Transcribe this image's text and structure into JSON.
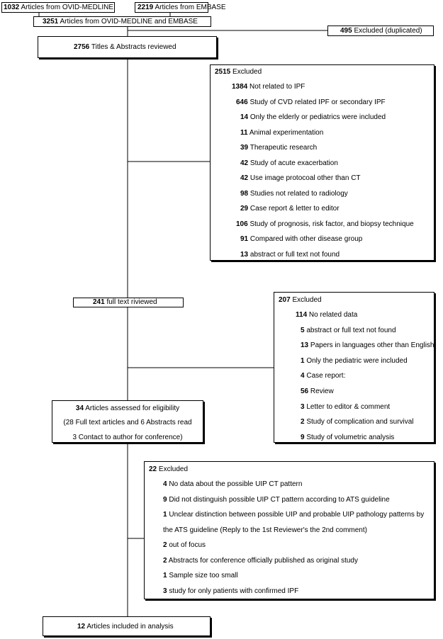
{
  "source_ovid": {
    "count": "1032",
    "label": "Articles from OVID-MEDLINE"
  },
  "source_embase": {
    "count": "2219",
    "label": "Articles from EMBASE"
  },
  "combined": {
    "count": "3251",
    "label": "Articles from OVID-MEDLINE and EMBASE"
  },
  "duplicated": {
    "count": "495",
    "label": "Excluded (duplicated)"
  },
  "screened": {
    "count": "2756",
    "label": "Titles & Abstracts reviewed"
  },
  "exclusion1": {
    "count": "2515",
    "label": "Excluded",
    "items": [
      {
        "count": "1384",
        "label": "Not related to IPF"
      },
      {
        "count": "646",
        "label": "Study of CVD related IPF or secondary IPF"
      },
      {
        "count": "14",
        "label": "Only the elderly or pediatrics were included"
      },
      {
        "count": "11",
        "label": "Animal experimentation"
      },
      {
        "count": "39",
        "label": "Therapeutic research"
      },
      {
        "count": "42",
        "label": "Study of acute exacerbation"
      },
      {
        "count": "42",
        "label": "Use image protocoal other than CT"
      },
      {
        "count": "98",
        "label": "Studies not related to radiology"
      },
      {
        "count": "29",
        "label": "Case report & letter to editor"
      },
      {
        "count": "106",
        "label": "Study of prognosis, risk factor, and biopsy technique"
      },
      {
        "count": "91",
        "label": "Compared with other disease group"
      },
      {
        "count": "13",
        "label": "abstract or full text not found"
      }
    ]
  },
  "fulltext": {
    "count": "241",
    "label": "full text riviewed"
  },
  "exclusion2": {
    "count": "207",
    "label": "Excluded",
    "items": [
      {
        "count": "114",
        "label": "No related data"
      },
      {
        "count": "5",
        "label": "abstract or full text not found"
      },
      {
        "count": "13",
        "label": "Papers in languages other than English"
      },
      {
        "count": "1",
        "label": "Only the pediatric were included"
      },
      {
        "count": "4",
        "label": "Case report:"
      },
      {
        "count": "56",
        "label": "Review"
      },
      {
        "count": "3",
        "label": "Letter to editor & comment"
      },
      {
        "count": "2",
        "label": "Study of complication and survival"
      },
      {
        "count": "9",
        "label": "Study of volumetric analysis"
      }
    ]
  },
  "eligibility": {
    "count": "34",
    "label": "Articles assessed for eligibility",
    "line2": "(28 Full text articles and 6 Abstracts read",
    "line3": "3 Contact to author for conference)"
  },
  "exclusion3": {
    "count": "22",
    "label": "Excluded",
    "items": [
      {
        "count": "4",
        "label": "No data about the possible UIP CT pattern"
      },
      {
        "count": "9",
        "label": "Did not distinguish possible UIP CT pattern according to ATS guideline"
      },
      {
        "count": "1",
        "label": "Unclear distinction between possible UIP and probable UIP pathology patterns by",
        "cont": "the ATS guideline (Reply to the 1st Reviewer's the 2nd comment)"
      },
      {
        "count": "2",
        "label": "out of focus"
      },
      {
        "count": "2",
        "label": "Abstracts for conference officially published as original study"
      },
      {
        "count": "1",
        "label": "Sample size too small"
      },
      {
        "count": "3",
        "label": "study for only patients with confirmed IPF"
      }
    ]
  },
  "included": {
    "count": "12",
    "label": "Articles included  in analysis"
  }
}
